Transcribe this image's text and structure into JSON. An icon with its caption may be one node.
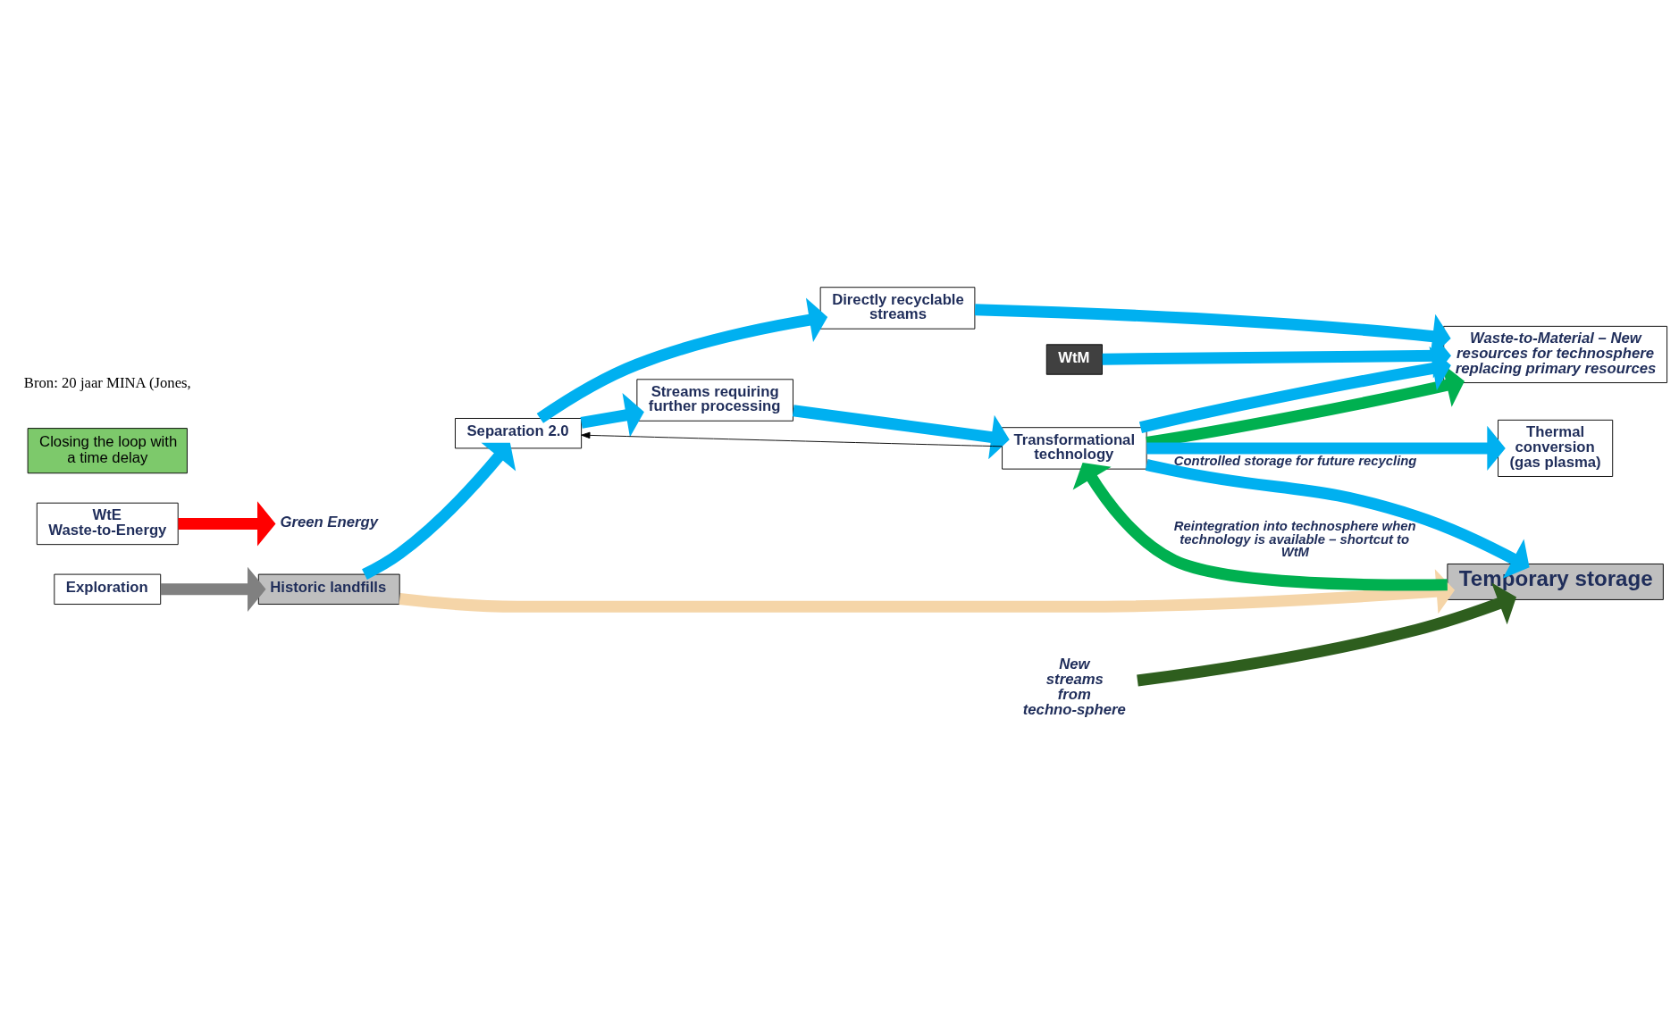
{
  "diagram": {
    "nodes": [
      {
        "text": [
          "Exploration"
        ]
      },
      {
        "text": [
          "Historic landfills"
        ]
      },
      {
        "text": [
          "Separation 2.0"
        ]
      },
      {
        "text": [
          "Directly recyclable streams"
        ]
      },
      {
        "text": [
          "Streams requiring further processing"
        ]
      },
      {
        "text": [
          "Waste-to-Material – New resources for technosphere replacing primary resources"
        ]
      },
      {
        "text": [
          "Transformational technology"
        ]
      },
      {
        "text": [
          "WtM"
        ]
      },
      {
        "text": [
          "Thermal conversion (gas plasma)"
        ]
      },
      {
        "text": [
          "WtE Waste-to-Energy"
        ]
      },
      {
        "text": [
          "Temporary storage"
        ]
      },
      {
        "text": [
          "New streams from techno-sphere"
        ]
      },
      {
        "text": [
          "Green Energy"
        ]
      },
      {
        "text": [
          "Closing the loop with a time delay"
        ]
      }
    ],
    "edges": [
      {
        "from": 0,
        "to": 1,
        "arrow": "to",
        "color": "#808080"
      },
      {
        "from": 1,
        "to": 2,
        "arrow": "to"
      },
      {
        "from": 1,
        "to": 10,
        "arrow": "to",
        "color": "#f5d5a8"
      },
      {
        "from": 2,
        "to": 3,
        "arrow": "to"
      },
      {
        "from": 2,
        "to": 4,
        "arrow": "to"
      },
      {
        "from": 3,
        "to": 5,
        "arrow": "to"
      },
      {
        "from": 4,
        "to": 6,
        "arrow": "to"
      },
      {
        "from": 6,
        "to": 2,
        "arrow": "to",
        "color": "#000000"
      },
      {
        "from": 6,
        "to": 5,
        "arrow": "to",
        "color": "#00b050"
      },
      {
        "from": 6,
        "to": 5,
        "arrow": "to"
      },
      {
        "from": 6,
        "to": 8,
        "arrow": "to"
      },
      {
        "from": 7,
        "to": 5,
        "arrow": "to"
      },
      {
        "from": 10,
        "to": 6,
        "arrow": "to",
        "color": "#00b050",
        "label": "Reintegration into technosphere when technology is available – shortcut to WtM"
      },
      {
        "from": 6,
        "to": 10,
        "arrow": "to",
        "label": "Controlled storage for future recycling"
      },
      {
        "from": 11,
        "to": 10,
        "arrow": "to",
        "color": "#2e5e1e"
      },
      {
        "from": 9,
        "to": 12,
        "arrow": "to",
        "color": "#ff0000"
      }
    ],
    "labels": [
      "Bron: 20 jaar MINA (Jones,"
    ]
  }
}
